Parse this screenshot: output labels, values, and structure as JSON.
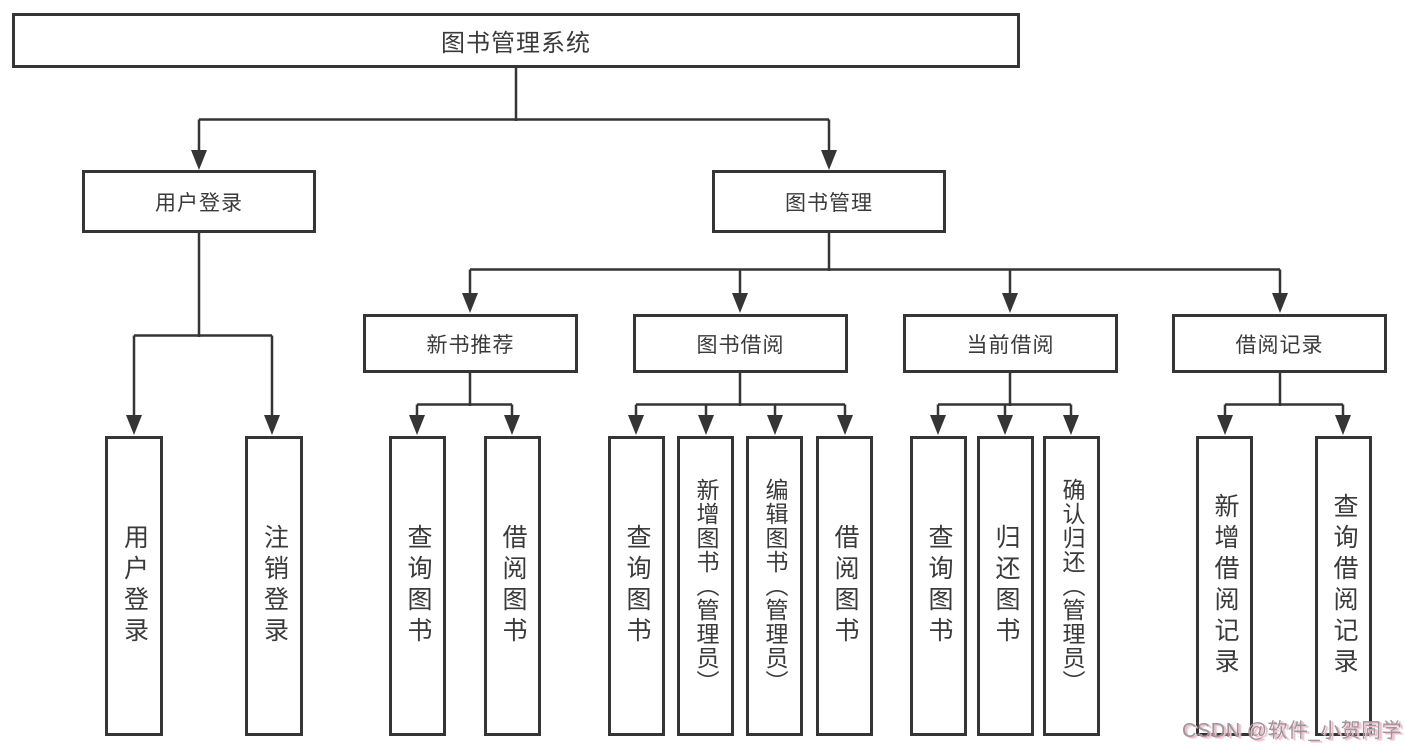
{
  "diagram": {
    "root": {
      "label": "图书管理系统"
    },
    "level1": [
      {
        "label": "用户登录"
      },
      {
        "label": "图书管理"
      }
    ],
    "level2": [
      {
        "label": "新书推荐"
      },
      {
        "label": "图书借阅"
      },
      {
        "label": "当前借阅"
      },
      {
        "label": "借阅记录"
      }
    ],
    "leaves": [
      {
        "label": "用户登录"
      },
      {
        "label": "注销登录"
      },
      {
        "label": "查询图书"
      },
      {
        "label": "借阅图书"
      },
      {
        "label": "查询图书"
      },
      {
        "label": "新增图书（管理员）"
      },
      {
        "label": "编辑图书（管理员）"
      },
      {
        "label": "借阅图书"
      },
      {
        "label": "查询图书"
      },
      {
        "label": "归还图书"
      },
      {
        "label": "确认归还（管理员）"
      },
      {
        "label": "新增借阅记录"
      },
      {
        "label": "查询借阅记录"
      }
    ]
  },
  "watermark": {
    "text": "CSDN @软件_小贺同学"
  },
  "colors": {
    "line": "#353535",
    "text": "#3a3a3a",
    "background": "#ffffff",
    "watermark_gray": "#98989a",
    "watermark_pink": "#f2bcca"
  }
}
